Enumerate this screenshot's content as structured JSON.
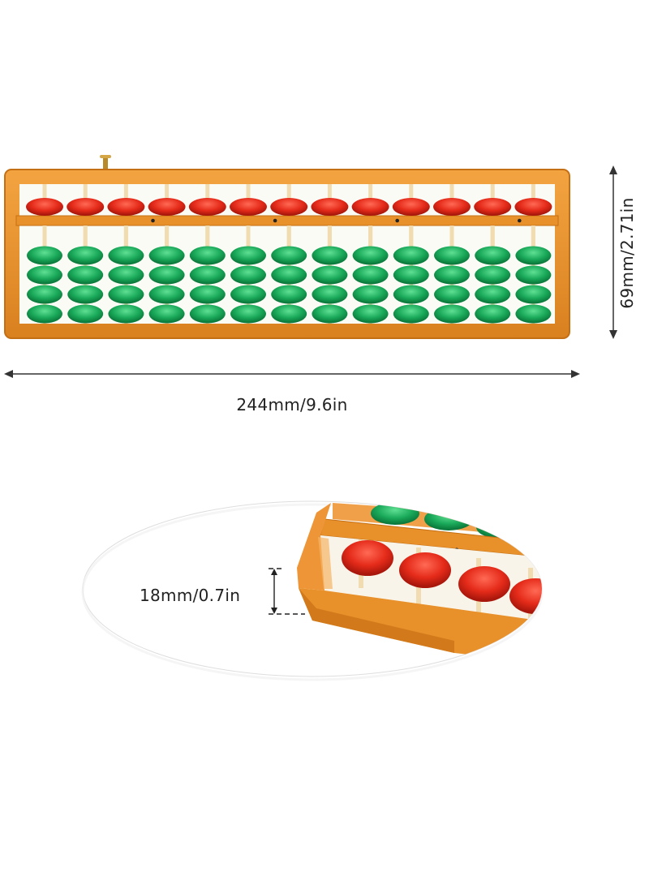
{
  "dimensions": {
    "width": "244mm/9.6in",
    "height": "69mm/2.71in",
    "depth": "18mm/0.7in"
  },
  "colors": {
    "frame": "#e8902a",
    "frame_dark": "#c46f14",
    "upper_bead": "#e52b1a",
    "lower_bead": "#1aa95a",
    "rod": "#f0dcb0"
  },
  "abacus": {
    "rods": 13,
    "upper_beads_per_rod": 1,
    "lower_beads_per_rod": 4
  }
}
